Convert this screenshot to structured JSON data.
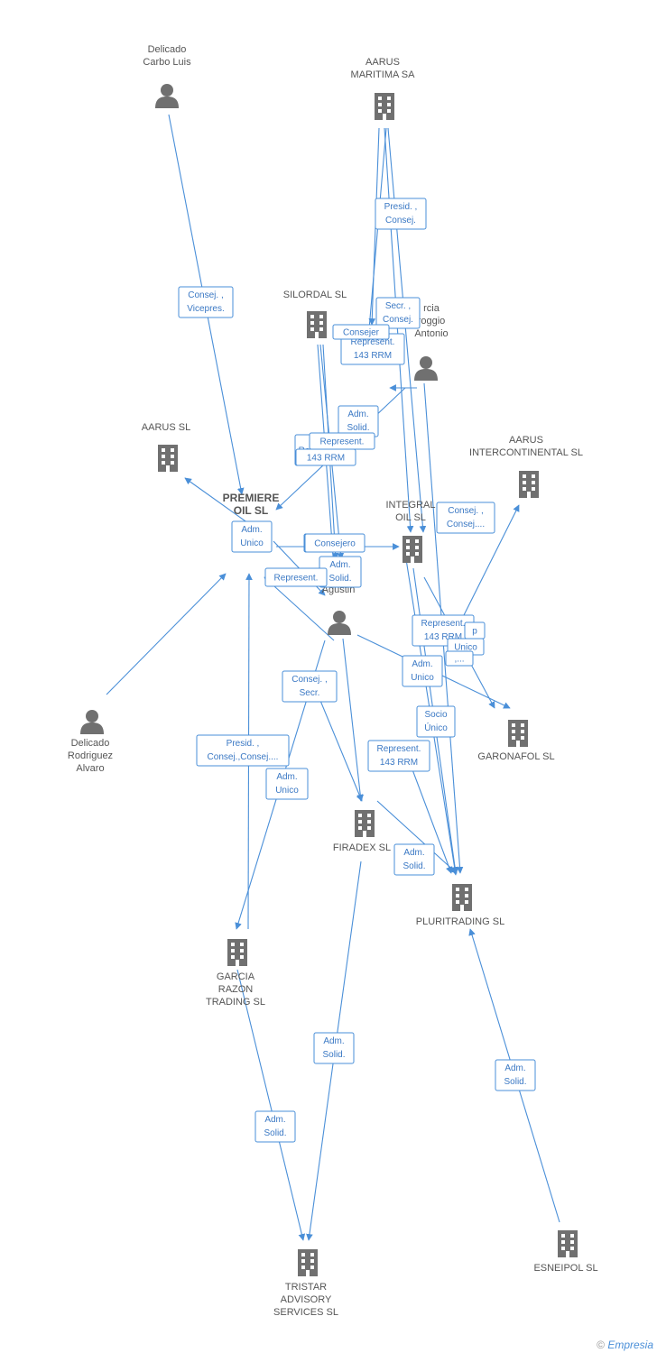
{
  "colors": {
    "edge": "#4a8fd8",
    "node": "#707070",
    "focus": "#e8602c",
    "label_text": "#3a78c4"
  },
  "nodes": [
    {
      "id": "delicado_carbo",
      "type": "person",
      "label": [
        "Delicado",
        "Carbo Luis"
      ]
    },
    {
      "id": "aarus_maritima",
      "type": "company",
      "label": [
        "AARUS",
        "MARITIMA SA"
      ]
    },
    {
      "id": "silordal",
      "type": "company",
      "label": [
        "SILORDAL SL"
      ]
    },
    {
      "id": "garcia_antonio",
      "type": "person",
      "label": [
        "rcia",
        "roggio",
        "Antonio"
      ]
    },
    {
      "id": "aarus_sl",
      "type": "company",
      "label": [
        "AARUS SL"
      ]
    },
    {
      "id": "aarus_intercont",
      "type": "company",
      "label": [
        "AARUS",
        "INTERCONTINENTAL SL"
      ]
    },
    {
      "id": "premiere",
      "type": "focus",
      "label": [
        "PREMIERE",
        "OIL SL"
      ]
    },
    {
      "id": "integral",
      "type": "company",
      "label": [
        "INTEGRAL",
        "OIL SL"
      ]
    },
    {
      "id": "agustin",
      "type": "person",
      "label": [
        "Agustin"
      ]
    },
    {
      "id": "delicado_rodriguez",
      "type": "person",
      "label": [
        "Delicado",
        "Rodriguez",
        "Alvaro"
      ]
    },
    {
      "id": "garonafol",
      "type": "company",
      "label": [
        "GARONAFOL SL"
      ]
    },
    {
      "id": "firadex",
      "type": "company",
      "label": [
        "FIRADEX SL"
      ]
    },
    {
      "id": "pluritrading",
      "type": "company",
      "label": [
        "PLURITRADING SL"
      ]
    },
    {
      "id": "garcia_razon",
      "type": "company",
      "label": [
        "GARCIA",
        "RAZON",
        "TRADING SL"
      ]
    },
    {
      "id": "tristar",
      "type": "company",
      "label": [
        "TRISTAR",
        "ADVISORY",
        "SERVICES  SL"
      ]
    },
    {
      "id": "esneipol",
      "type": "company",
      "label": [
        "ESNEIPOL SL"
      ]
    }
  ],
  "edge_labels": [
    [
      "Consej. ,",
      "Vicepres."
    ],
    [
      "Presid. ,",
      "Consej."
    ],
    [
      "Secr. ,",
      "Consej."
    ],
    [
      "Consejero"
    ],
    [
      "Represent.",
      "143 RRM"
    ],
    [
      "Adm.",
      "Solid."
    ],
    [
      "Re"
    ],
    [
      "Represent."
    ],
    [
      "143 RRM"
    ],
    [
      "Consej. ,",
      "Consej...."
    ],
    [
      "Adm.",
      "Unico"
    ],
    [
      "Consejero"
    ],
    [
      "Adm.",
      "Solid."
    ],
    [
      "Represent."
    ],
    [
      "Consejero"
    ],
    [
      "Represent.",
      "143 RRM"
    ],
    [
      "p"
    ],
    [
      "Unico"
    ],
    [
      ",..."
    ],
    [
      "Adm.",
      "Unico"
    ],
    [
      "Consej. ,",
      "Secr."
    ],
    [
      "Socio",
      "Único"
    ],
    [
      "Presid. ,",
      "Consej.,Consej...."
    ],
    [
      "Represent.",
      "143 RRM"
    ],
    [
      "Adm.",
      "Unico"
    ],
    [
      "Adm.",
      "Solid."
    ],
    [
      "Adm.",
      "Solid."
    ],
    [
      "Adm.",
      "Solid."
    ],
    [
      "Adm.",
      "Solid."
    ],
    [
      "Consejer"
    ]
  ],
  "footer": {
    "copyright": "©",
    "brand": "Empresia"
  }
}
